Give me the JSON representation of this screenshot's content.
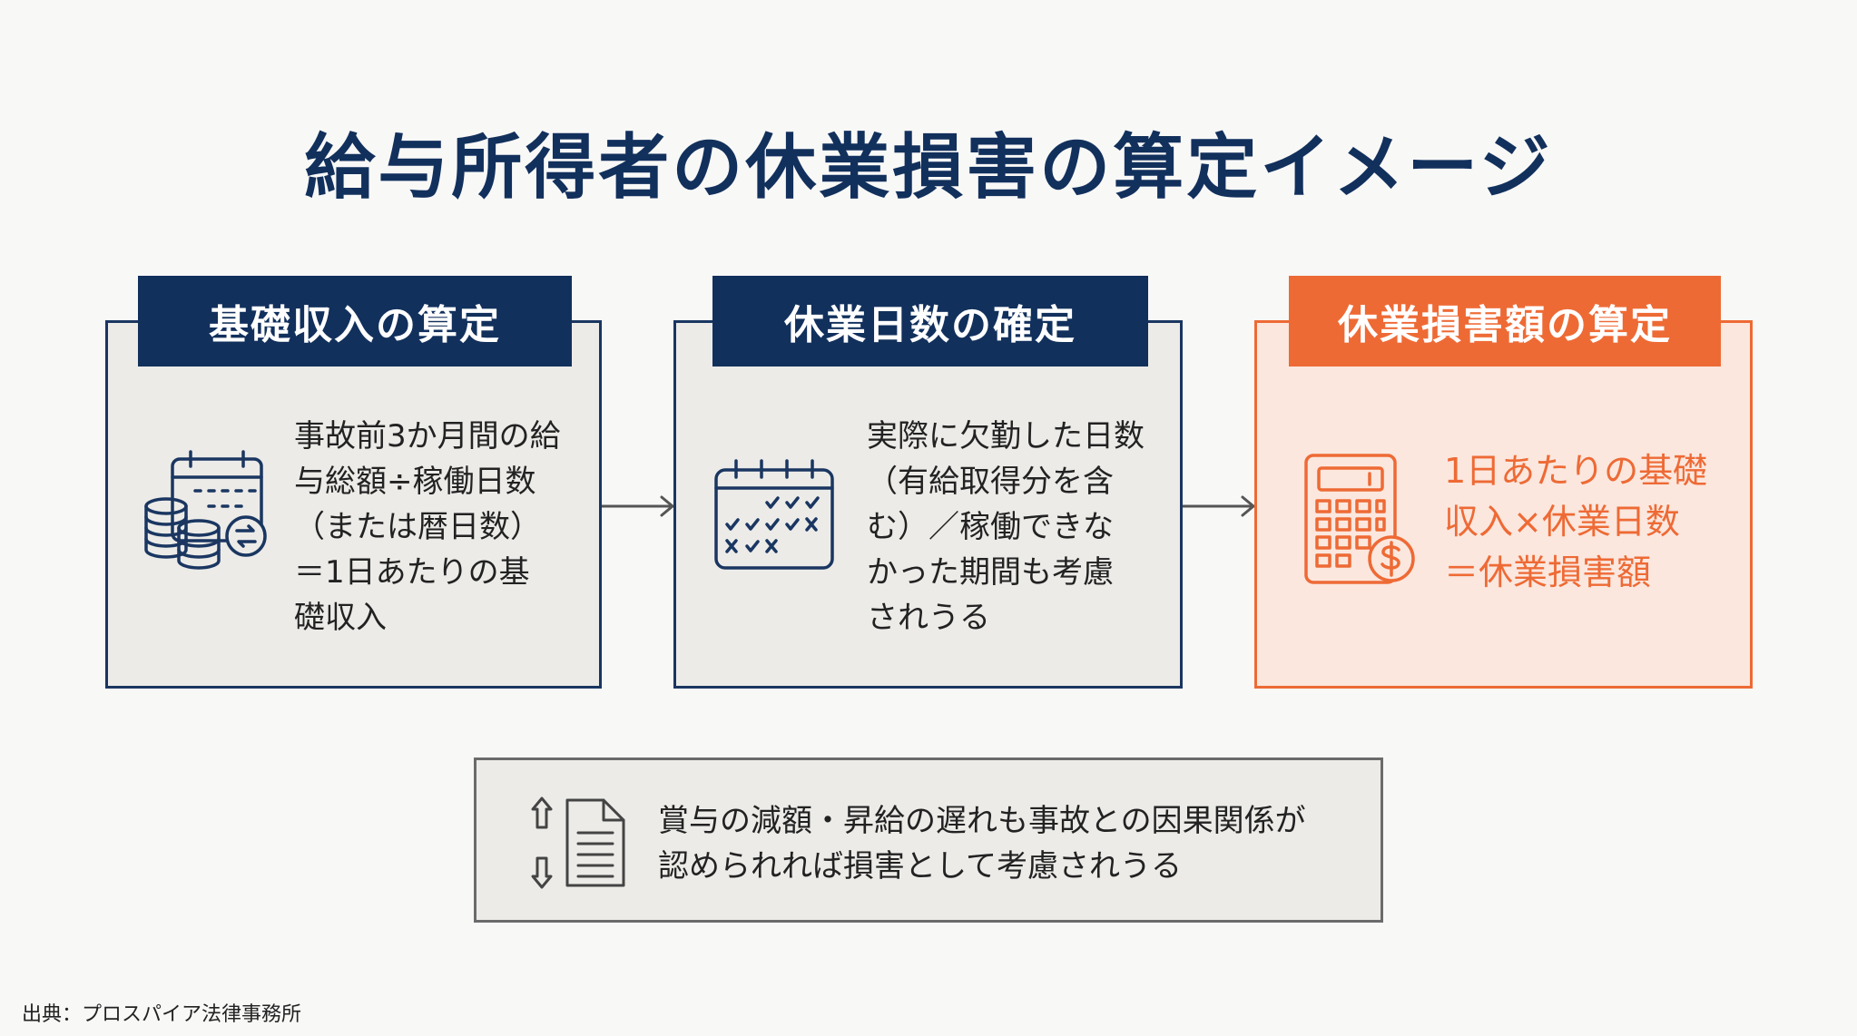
{
  "title": "給与所得者の休業損害の算定イメージ",
  "steps": [
    {
      "header": "基礎収入の算定",
      "lines": [
        "事故前3か月間の給",
        "与総額÷稼働日数",
        "（または暦日数）",
        "＝1日あたりの基",
        "礎収入"
      ],
      "icon": "calendar-coins-icon"
    },
    {
      "header": "休業日数の確定",
      "lines": [
        "実際に欠勤した日数",
        "（有給取得分を含",
        "む）／稼働できな",
        "かった期間も考慮",
        "されうる"
      ],
      "icon": "calendar-checklist-icon"
    },
    {
      "header": "休業損害額の算定",
      "lines": [
        "1日あたりの基礎",
        "収入×休業日数",
        "＝休業損害額"
      ],
      "icon": "calculator-dollar-icon"
    }
  ],
  "note": {
    "lines": [
      "賞与の減額・昇給の遅れも事故との因果関係が",
      "認められれば損害として考慮されうる"
    ],
    "icon": "document-updown-icon"
  },
  "source": "出典：プロスパイア法律事務所",
  "colors": {
    "navy": "#12305c",
    "orange": "#ee6a35",
    "box_bg": "#ecebe8",
    "orange_bg": "#fbe7de"
  }
}
